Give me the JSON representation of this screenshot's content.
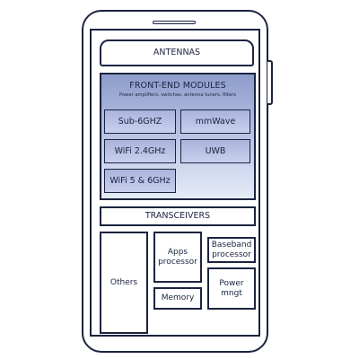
{
  "diagram": {
    "antennas": "ANTENNAS",
    "front_end": {
      "title": "FRONT-END MODULES",
      "subtitle": "Power amplifiers, switches, antenna tuners, filters",
      "modules": [
        "Sub-6GHZ",
        "mmWave",
        "WiFi 2.4GHz",
        "UWB",
        "WiFi 5 & 6GHz"
      ]
    },
    "transceivers": "TRANSCEIVERS",
    "others": "Others",
    "apps_processor": [
      "Apps",
      "processor"
    ],
    "memory": "Memory",
    "baseband_processor": [
      "Baseband",
      "processor"
    ],
    "power_mngt": [
      "Power",
      "mngt"
    ]
  },
  "colors": {
    "outline": "#1b2340",
    "fem_top": "#8e9ccb",
    "fem_bottom": "#e6ebf8",
    "module_fill": "#b4bfe2"
  }
}
